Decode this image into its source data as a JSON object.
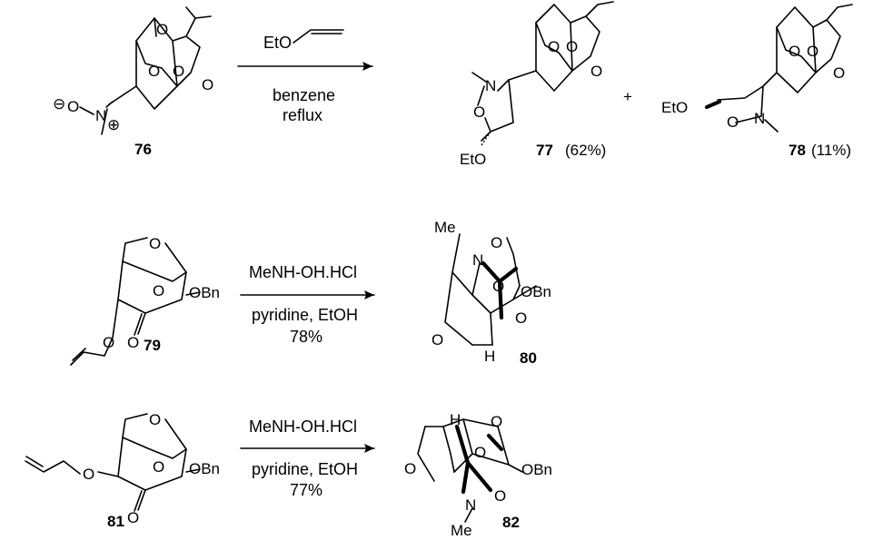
{
  "reactions": [
    {
      "reagent_top": "EtO",
      "conditions": [
        "benzene",
        "reflux"
      ],
      "starting_material": {
        "id": "76",
        "charge_neg": "⊖",
        "O": "O",
        "N": "N",
        "charge_pos": "⊕"
      },
      "products": [
        {
          "id": "77",
          "yield": "(62%)",
          "substituent": "EtO"
        },
        {
          "id": "78",
          "yield": "(11%)",
          "substituent": "EtO"
        }
      ],
      "plus": "+"
    },
    {
      "reagent_top": "MeNH-OH.HCl",
      "conditions": [
        "pyridine, EtOH",
        "78%"
      ],
      "starting_material": {
        "id": "79",
        "substituent": "OBn"
      },
      "products": [
        {
          "id": "80",
          "Me": "Me",
          "N": "N",
          "O": "O",
          "OBn": "OBn",
          "H": "H"
        }
      ]
    },
    {
      "reagent_top": "MeNH-OH.HCl",
      "conditions": [
        "pyridine, EtOH",
        "77%"
      ],
      "starting_material": {
        "id": "81",
        "substituent": "OBn"
      },
      "products": [
        {
          "id": "82",
          "Me": "Me",
          "N": "N",
          "O": "O",
          "OBn": "OBn",
          "H": "H"
        }
      ]
    }
  ]
}
